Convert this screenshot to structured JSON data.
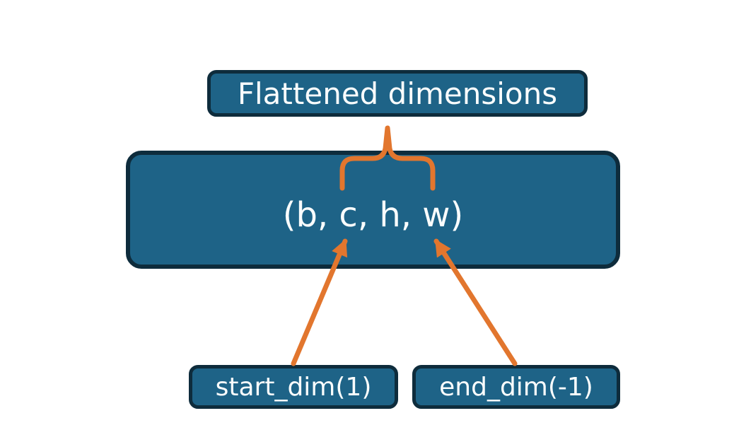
{
  "diagram": {
    "nodes": {
      "flattened": {
        "label": "Flattened dimensions"
      },
      "tensor": {
        "label": "(b, c, h, w)"
      },
      "start_dim": {
        "label": "start_dim(1)"
      },
      "end_dim": {
        "label": "end_dim(-1)"
      }
    },
    "connectors": {
      "brace": "brace spanning dims c..w pointing to Flattened dimensions",
      "start_arrow": "arrow from start_dim(1) to dim c",
      "end_arrow": "arrow from end_dim(-1) to dim w"
    }
  },
  "colors": {
    "node-fill": "#1e6387",
    "node-border": "#0e2c3c",
    "connector": "#e2762e",
    "text": "#fafdfd",
    "background": "#ffffff"
  }
}
